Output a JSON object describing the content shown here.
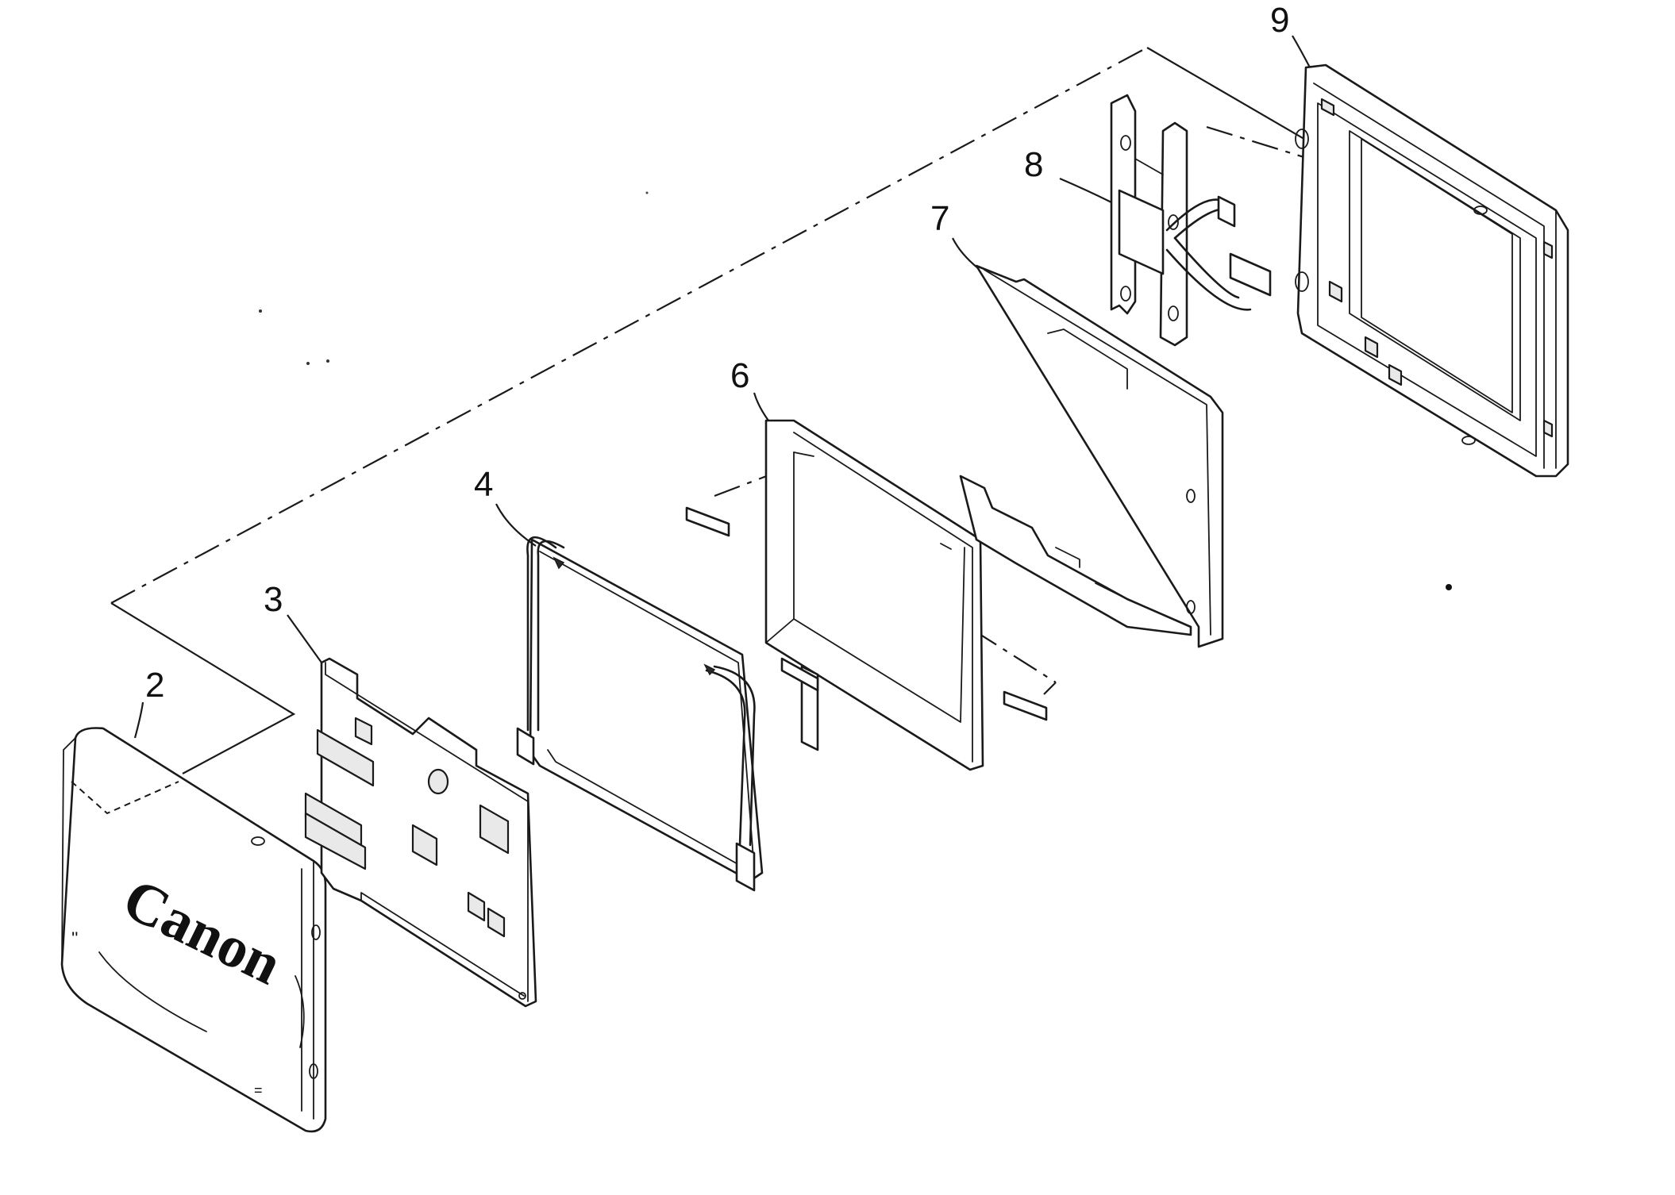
{
  "diagram": {
    "callouts": [
      {
        "id": "part-2",
        "label": "2"
      },
      {
        "id": "part-3",
        "label": "3"
      },
      {
        "id": "part-4",
        "label": "4"
      },
      {
        "id": "part-6",
        "label": "6"
      },
      {
        "id": "part-7",
        "label": "7"
      },
      {
        "id": "part-8",
        "label": "8"
      },
      {
        "id": "part-9",
        "label": "9"
      }
    ],
    "brand_logo": "Canon"
  }
}
